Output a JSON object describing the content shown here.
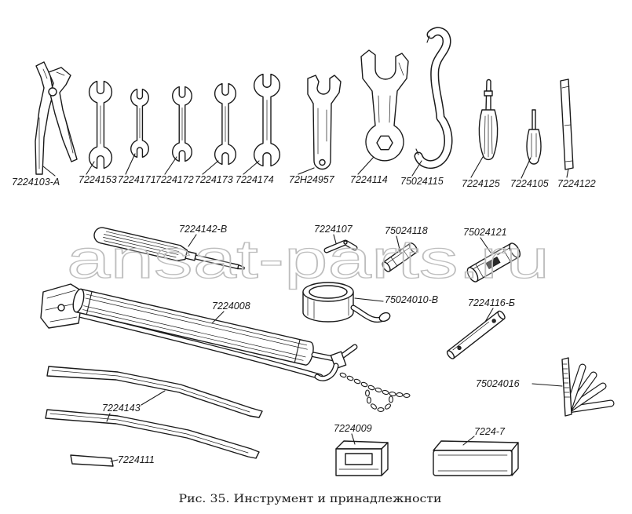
{
  "figure": {
    "caption": "Рис. 35. Инструмент и принадлежности",
    "watermark": "ansat-parts.ru"
  },
  "parts": [
    {
      "number": "7224103-А"
    },
    {
      "number": "7224153"
    },
    {
      "number": "7224171"
    },
    {
      "number": "7224172"
    },
    {
      "number": "7224173"
    },
    {
      "number": "7224174"
    },
    {
      "number": "72Н24957"
    },
    {
      "number": "7224114"
    },
    {
      "number": "75024115"
    },
    {
      "number": "7224125"
    },
    {
      "number": "7224105"
    },
    {
      "number": "7224122"
    },
    {
      "number": "7224142-В"
    },
    {
      "number": "7224107"
    },
    {
      "number": "75024118"
    },
    {
      "number": "75024121"
    },
    {
      "number": "7224008"
    },
    {
      "number": "75024010-В"
    },
    {
      "number": "7224116-Б"
    },
    {
      "number": "75024016"
    },
    {
      "number": "7224143"
    },
    {
      "number": "7224009"
    },
    {
      "number": "7224-7"
    },
    {
      "number": "7224111"
    }
  ]
}
